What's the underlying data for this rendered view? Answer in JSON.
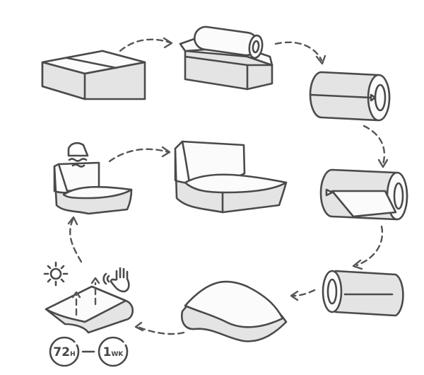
{
  "badges": {
    "first": {
      "value": "72",
      "unit": "H"
    },
    "second": {
      "value": "1",
      "unit": "WK"
    }
  },
  "colors": {
    "stroke": "#4a4a4a",
    "fill": "#e4e4e4"
  }
}
